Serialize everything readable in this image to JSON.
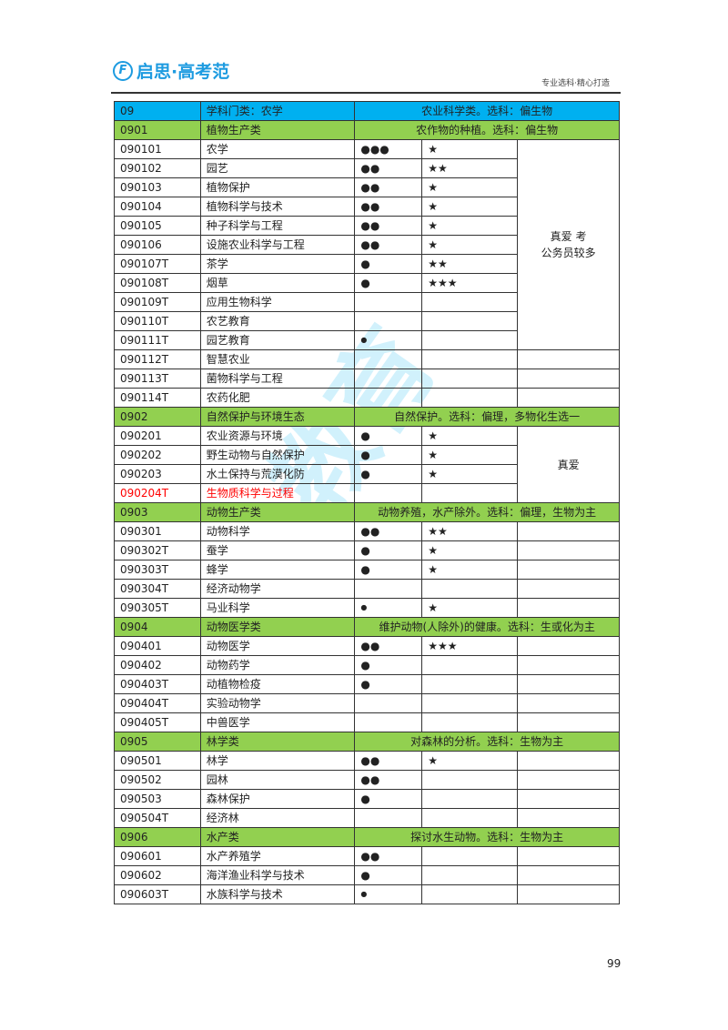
{
  "header": {
    "logo_text": "启思·高考范",
    "right_text": "专业选科·精心打造"
  },
  "page_number": "99",
  "colors": {
    "category": "#00b0f0",
    "class": "#92d050",
    "highlight": "#ff0000"
  },
  "rows": [
    {
      "type": "blue",
      "code": "09",
      "name": "学科门类：农学",
      "desc": "农业科学类。选科：偏生物"
    },
    {
      "type": "green",
      "code": "0901",
      "name": "植物生产类",
      "desc": "农作物的种植。选科：偏生物"
    },
    {
      "code": "090101",
      "name": "农学",
      "dots": "●●●",
      "stars": "★",
      "remark": "真爱 考\n公务员较多",
      "span": 11
    },
    {
      "code": "090102",
      "name": "园艺",
      "dots": "●●",
      "stars": "★★"
    },
    {
      "code": "090103",
      "name": "植物保护",
      "dots": "●●",
      "stars": "★"
    },
    {
      "code": "090104",
      "name": "植物科学与技术",
      "dots": "●●",
      "stars": "★"
    },
    {
      "code": "090105",
      "name": "种子科学与工程",
      "dots": "●●",
      "stars": "★"
    },
    {
      "code": "090106",
      "name": "设施农业科学与工程",
      "dots": "●●",
      "stars": "★"
    },
    {
      "code": "090107T",
      "name": "茶学",
      "dots": "●",
      "stars": "★★"
    },
    {
      "code": "090108T",
      "name": "烟草",
      "dots": "●",
      "stars": "★★★"
    },
    {
      "code": "090109T",
      "name": "应用生物科学",
      "dots": "",
      "stars": ""
    },
    {
      "code": "090110T",
      "name": "农艺教育",
      "dots": "",
      "stars": ""
    },
    {
      "code": "090111T",
      "name": "园艺教育",
      "dots": "●",
      "small": true,
      "stars": ""
    },
    {
      "code": "090112T",
      "name": "智慧农业",
      "dots": "",
      "stars": "",
      "remark": ""
    },
    {
      "code": "090113T",
      "name": "菌物科学与工程",
      "dots": "",
      "stars": "",
      "remark": ""
    },
    {
      "code": "090114T",
      "name": "农药化肥",
      "dots": "",
      "stars": "",
      "remark": ""
    },
    {
      "type": "green",
      "code": "0902",
      "name": "自然保护与环境生态",
      "desc": "自然保护。选科：偏理，多物化生选一"
    },
    {
      "code": "090201",
      "name": "农业资源与环境",
      "dots": "●",
      "stars": "★",
      "remark": "真爱",
      "span": 4
    },
    {
      "code": "090202",
      "name": "野生动物与自然保护",
      "dots": "●",
      "stars": "★"
    },
    {
      "code": "090203",
      "name": "水土保持与荒漠化防",
      "dots": "●",
      "stars": "★"
    },
    {
      "code": "090204T",
      "name": "生物质科学与过程",
      "dots": "",
      "stars": "",
      "red": true
    },
    {
      "type": "green",
      "code": "0903",
      "name": "动物生产类",
      "desc": "动物养殖，水产除外。选科：偏理，生物为主"
    },
    {
      "code": "090301",
      "name": "动物科学",
      "dots": "●●",
      "stars": "★★",
      "remark": ""
    },
    {
      "code": "090302T",
      "name": "蚕学",
      "dots": "●",
      "stars": "★",
      "remark": ""
    },
    {
      "code": "090303T",
      "name": "蜂学",
      "dots": "●",
      "stars": "★",
      "remark": ""
    },
    {
      "code": "090304T",
      "name": "经济动物学",
      "dots": "",
      "stars": "",
      "remark": ""
    },
    {
      "code": "090305T",
      "name": "马业科学",
      "dots": "●",
      "small": true,
      "stars": "★",
      "remark": ""
    },
    {
      "type": "green",
      "code": "0904",
      "name": "动物医学类",
      "desc": "维护动物(人除外)的健康。选科：生或化为主"
    },
    {
      "code": "090401",
      "name": "动物医学",
      "dots": "●●",
      "stars": "★★★",
      "remark": ""
    },
    {
      "code": "090402",
      "name": "动物药学",
      "dots": "●",
      "stars": "",
      "remark": ""
    },
    {
      "code": "090403T",
      "name": "动植物检疫",
      "dots": "●",
      "stars": "",
      "remark": ""
    },
    {
      "code": "090404T",
      "name": "实验动物学",
      "dots": "",
      "stars": "",
      "remark": ""
    },
    {
      "code": "090405T",
      "name": "中兽医学",
      "dots": "",
      "stars": "",
      "remark": ""
    },
    {
      "type": "green",
      "code": "0905",
      "name": "林学类",
      "desc": "对森林的分析。选科：生物为主"
    },
    {
      "code": "090501",
      "name": "林学",
      "dots": "●●",
      "stars": "★",
      "remark": ""
    },
    {
      "code": "090502",
      "name": "园林",
      "dots": "●●",
      "stars": "",
      "remark": ""
    },
    {
      "code": "090503",
      "name": "森林保护",
      "dots": "●",
      "stars": "",
      "remark": ""
    },
    {
      "code": "090504T",
      "name": "经济林",
      "dots": "",
      "stars": "",
      "remark": ""
    },
    {
      "type": "green",
      "code": "0906",
      "name": "水产类",
      "desc": "探讨水生动物。选科：生物为主"
    },
    {
      "code": "090601",
      "name": "水产养殖学",
      "dots": "●●",
      "stars": "",
      "remark": ""
    },
    {
      "code": "090602",
      "name": "海洋渔业科学与技术",
      "dots": "●",
      "stars": "",
      "remark": ""
    },
    {
      "code": "090603T",
      "name": "水族科学与技术",
      "dots": "●",
      "small": true,
      "stars": "",
      "remark": ""
    }
  ]
}
